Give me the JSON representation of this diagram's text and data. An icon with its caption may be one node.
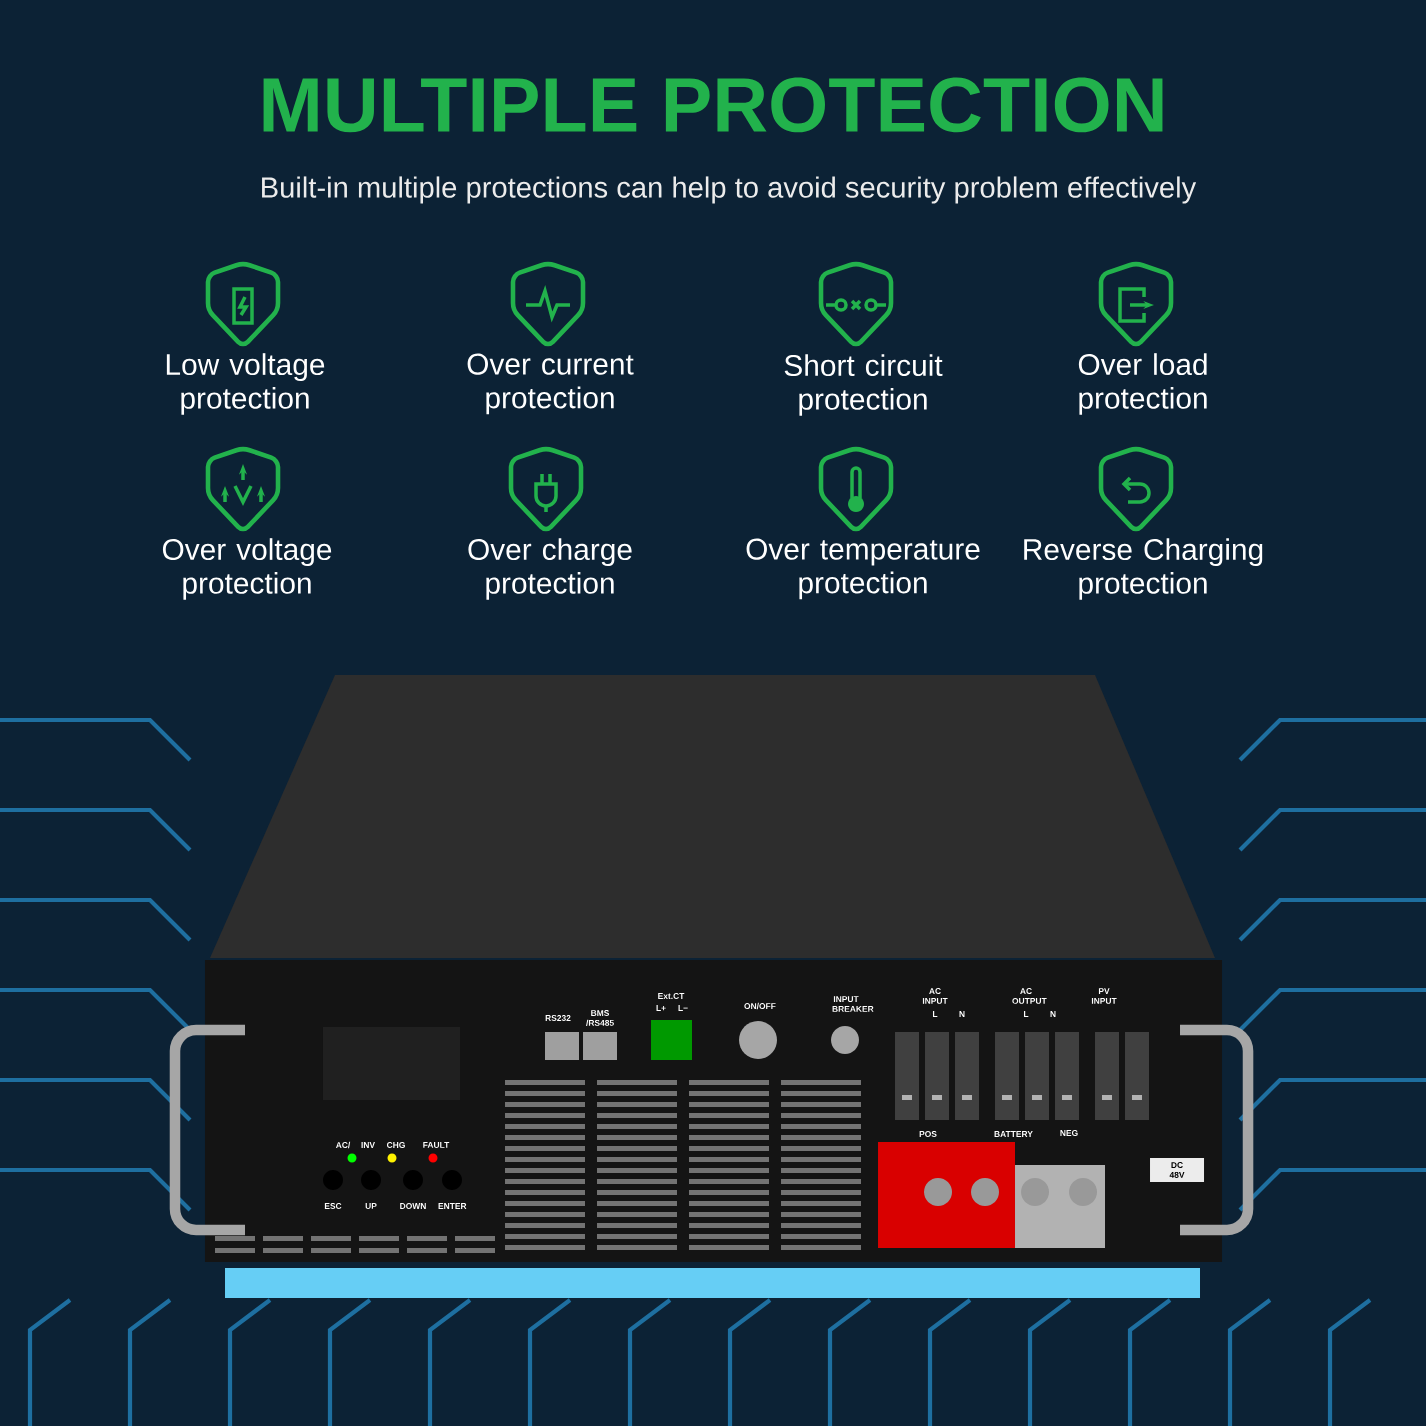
{
  "diagram": {
    "title": "MULTIPLE PROTECTION",
    "labels": [
      "Built-in multiple protections can help to avoid security problem effectively",
      "Low voltage protection",
      "Over current protection",
      "Short circuit protection",
      "Over load protection",
      "Over voltage protection",
      "Over charge protection",
      "Over temperature protection",
      "Reverse Charging protection",
      "AC/",
      "INV",
      "CHG",
      "FAULT",
      "ESC",
      "UP",
      "DOWN",
      "ENTER",
      "RS232",
      "BMS /RS485",
      "Ext.CT",
      "L+",
      "L−",
      "ON/OFF",
      "INPUT BREAKER",
      "AC INPUT",
      "L",
      "N",
      "AC OUTPUT",
      "L",
      "N",
      "PV INPUT",
      "POS",
      "BATTERY",
      "NEG",
      "DC 48V"
    ]
  }
}
